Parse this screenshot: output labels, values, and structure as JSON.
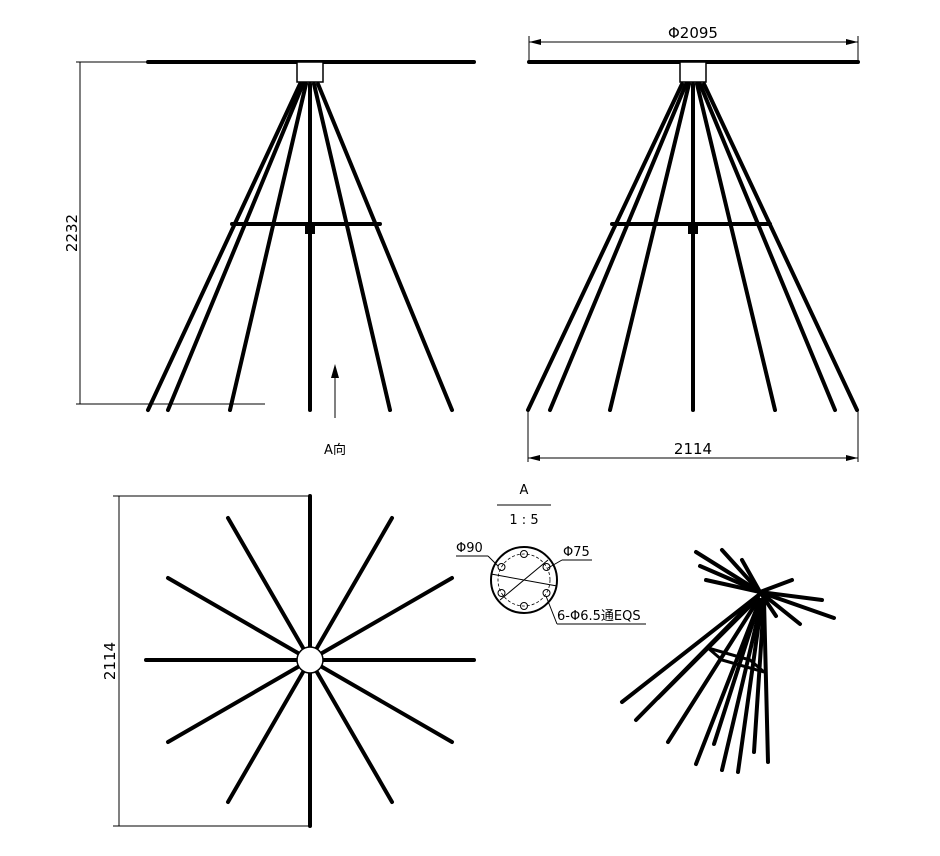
{
  "dimensions": {
    "height_front": "2232",
    "diameter_top": "Φ2095",
    "base_width": "2114",
    "plan_width": "2114"
  },
  "view_label": "A向",
  "detail": {
    "title": "A",
    "scale": "1 : 5",
    "outer_dia": "Φ90",
    "bolt_circle": "Φ75",
    "holes": "6-Φ6.5通EQS"
  },
  "colors": {
    "line": "#000000",
    "background": "#ffffff"
  }
}
